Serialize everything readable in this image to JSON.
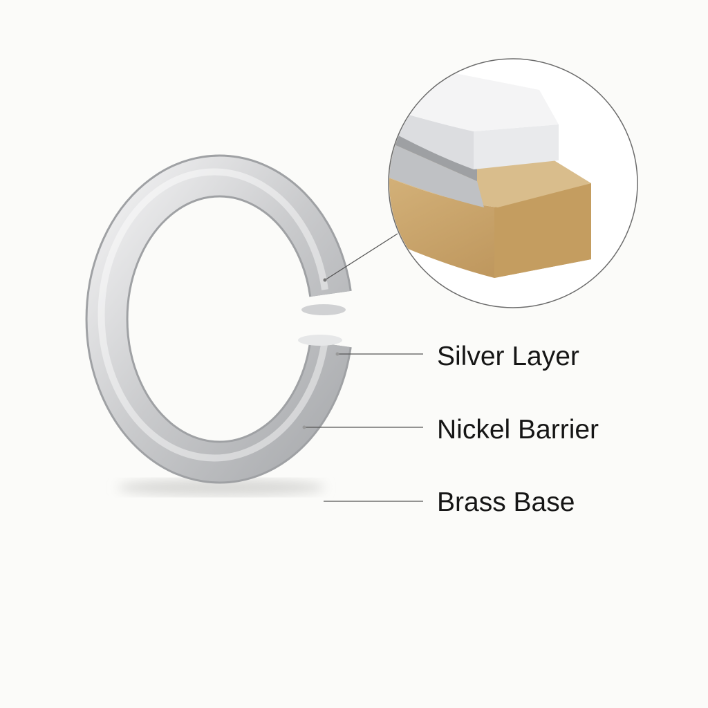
{
  "labels": {
    "silver": "Silver Layer",
    "nickel": "Nickel Barrier",
    "brass": "Brass Base"
  },
  "colors": {
    "silver": "#e2e3e4",
    "nickel": "#b9bbbe",
    "brass": "#c9a468",
    "leader_line": "#555555"
  }
}
